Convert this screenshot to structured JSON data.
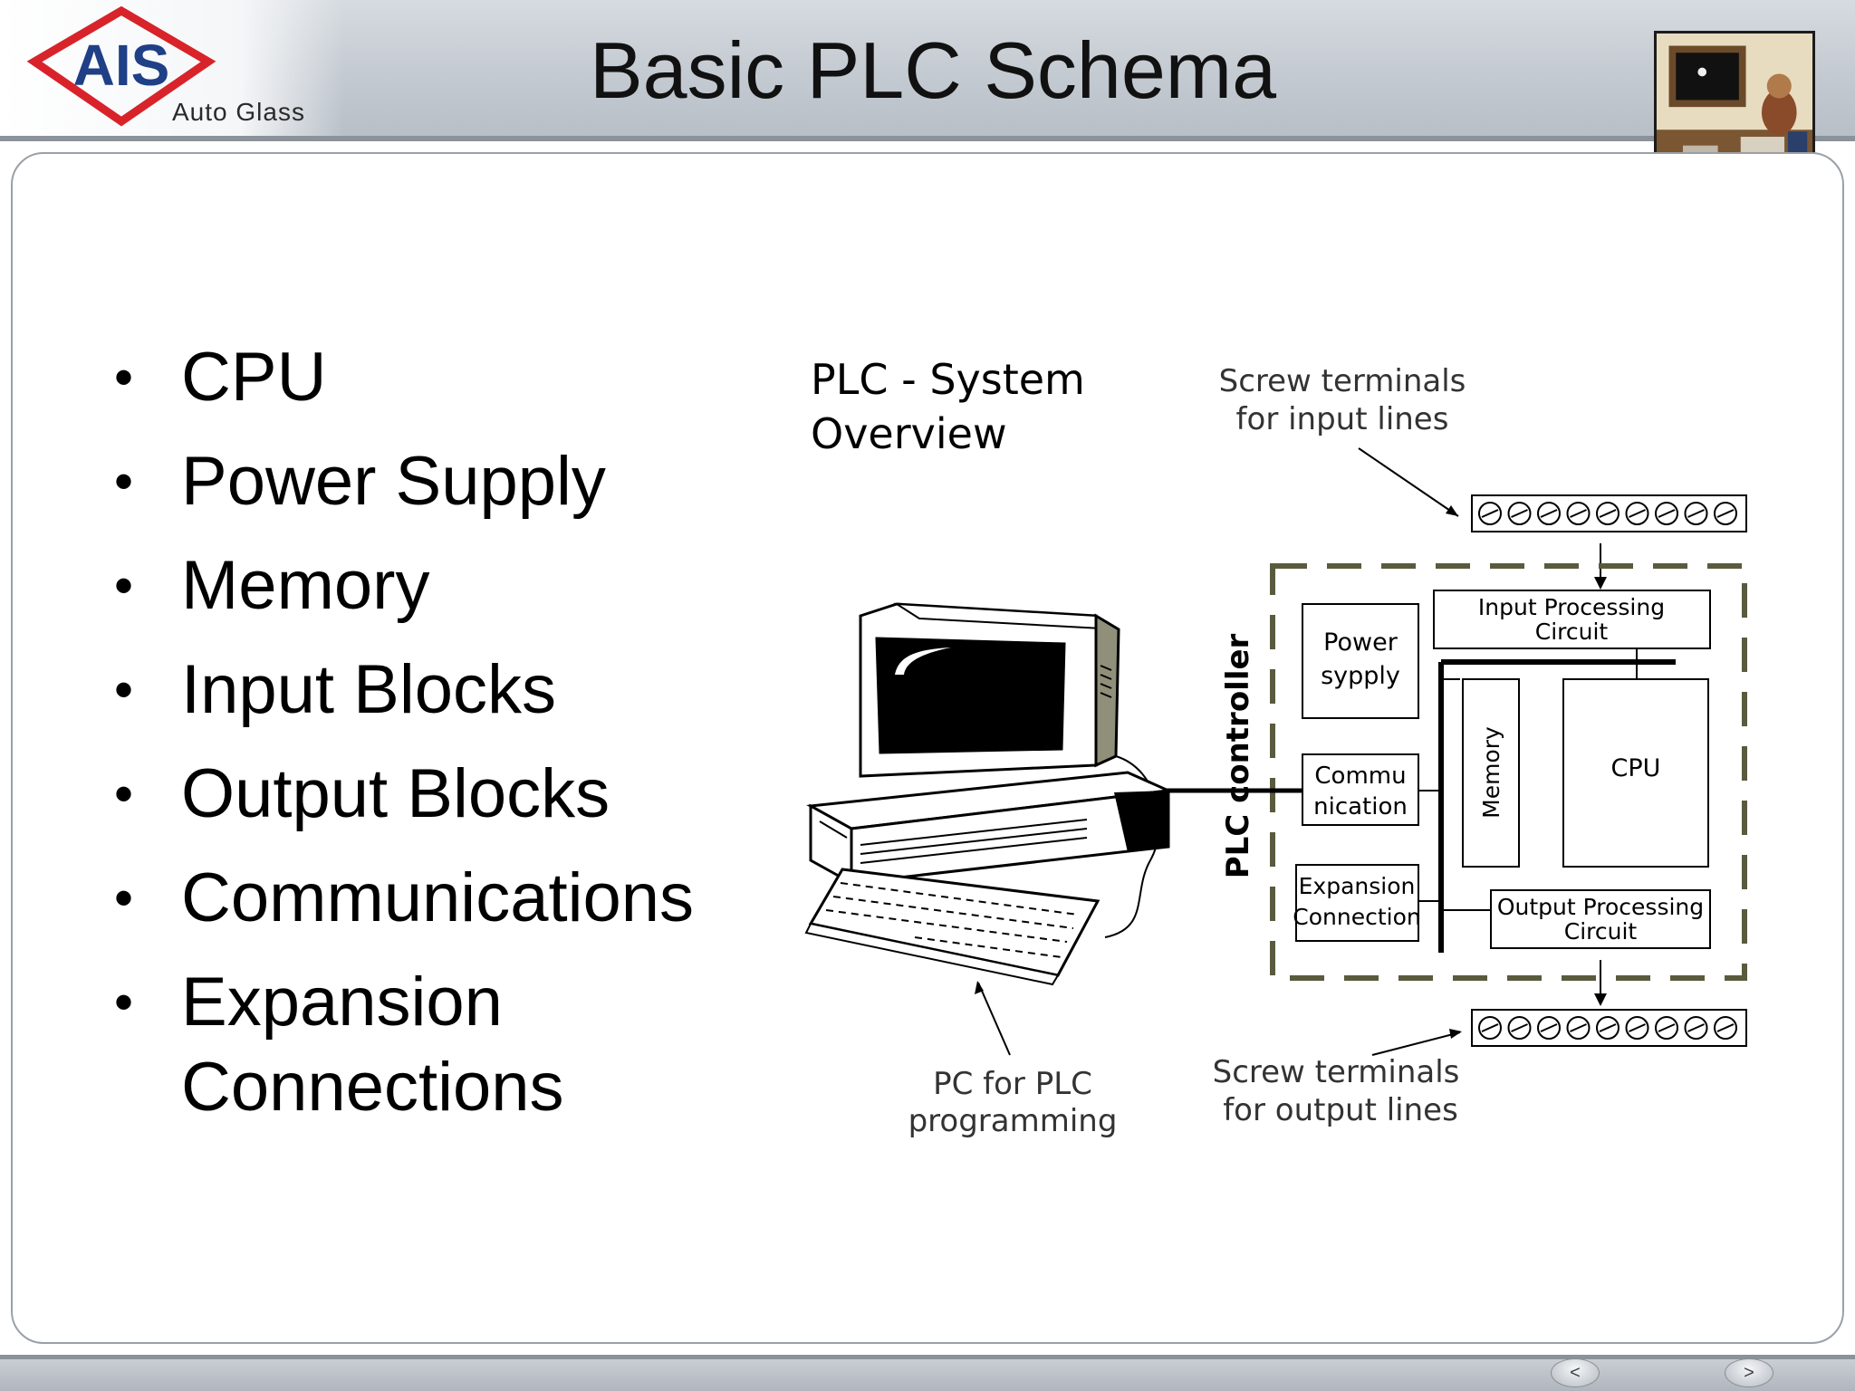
{
  "header": {
    "logo_name": "AIS",
    "logo_subtitle": "Auto Glass",
    "title": "Basic PLC Schema"
  },
  "bullets": [
    "CPU",
    "Power Supply",
    "Memory",
    "Input Blocks",
    "Output Blocks",
    "Communications",
    "Expansion Connections"
  ],
  "diagram": {
    "heading_line1": "PLC  - System",
    "heading_line2": "Overview",
    "screw_in_line1": "Screw terminals",
    "screw_in_line2": "for input lines",
    "screw_out_line1": "Screw terminals",
    "screw_out_line2": "for output lines",
    "pc_line1": "PC for PLC",
    "pc_line2": "programming",
    "controller_label": "PLC controller",
    "power_line1": "Power",
    "power_line2": "sypply",
    "comm_line1": "Commu",
    "comm_line2": "nication",
    "exp_line1": "Expansion",
    "exp_line2": "Connection",
    "memory": "Memory",
    "cpu": "CPU",
    "input_line1": "Input Processing",
    "input_line2": "Circuit",
    "output_line1": "Output Processing",
    "output_line2": "Circuit"
  },
  "nav": {
    "prev_symbol": "<",
    "next_symbol": ">"
  },
  "colors": {
    "logo_red": "#d8232a",
    "logo_blue": "#1f3f86",
    "dash_olive": "#5a5a3e"
  }
}
